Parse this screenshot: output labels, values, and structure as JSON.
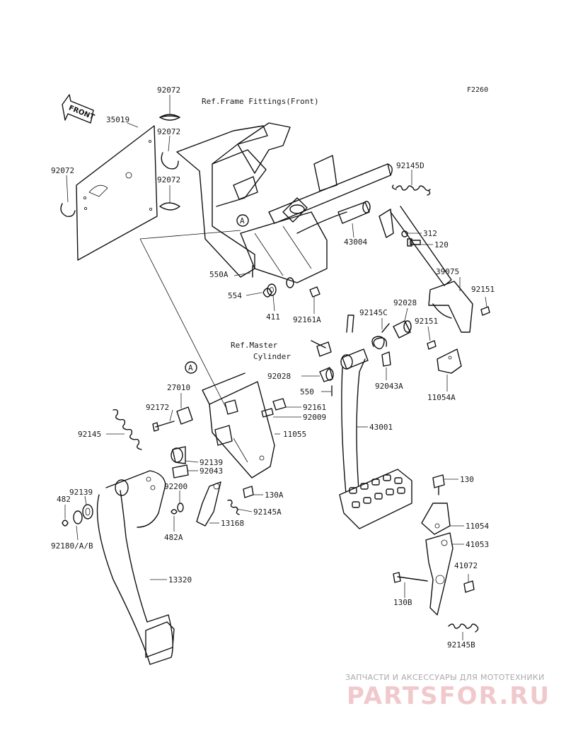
{
  "figure_code": "F2260",
  "front_label": "FRONT",
  "reference_labels": {
    "frame_fittings": "Ref.Frame Fittings(Front)",
    "master_cylinder_line1": "Ref.Master",
    "master_cylinder_line2": "Cylinder"
  },
  "callouts": {
    "a_top": "A",
    "a_lower": "A"
  },
  "part_labels": [
    "92072",
    "35019",
    "92072",
    "92072",
    "92072",
    "92145D",
    "312",
    "120",
    "43004",
    "550A",
    "554",
    "411",
    "92161A",
    "39075",
    "92151",
    "92151",
    "92028",
    "92145C",
    "11054A",
    "92028",
    "92043A",
    "550",
    "27010",
    "92172",
    "92161",
    "92009",
    "11055",
    "92145",
    "43001",
    "92139",
    "92043",
    "92139",
    "482",
    "92200",
    "130A",
    "92145A",
    "13168",
    "482A",
    "92180/A/B",
    "130",
    "11054",
    "41053",
    "41072",
    "130B",
    "13320",
    "92145B"
  ],
  "watermark": {
    "tagline": "ЗАПЧАСТИ И АКСЕССУАРЫ ДЛЯ МОТОТЕХНИКИ",
    "brand": "PARTSFOR.RU"
  }
}
